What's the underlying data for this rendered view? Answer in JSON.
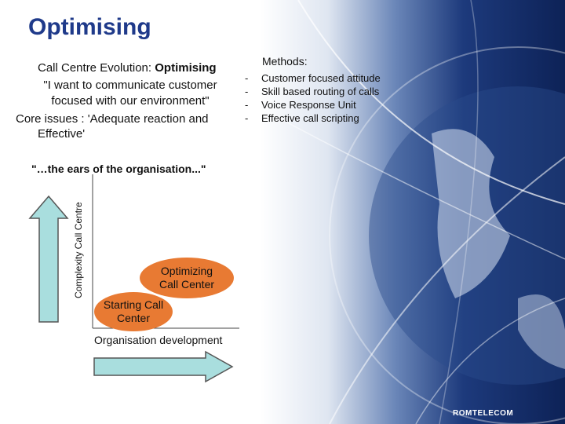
{
  "slide": {
    "title": "Optimising",
    "para1_part1": "Call Centre Evolution: ",
    "para1_part2": "Optimising",
    "para2_line1": "\"I want to communicate customer",
    "para2_line2": "focused with our environment\"",
    "para3_line1": "Core issues : 'Adequate  reaction and",
    "para3_line2": "Effective'",
    "quote": "\"…the ears of the  organisation...\"",
    "methods": {
      "heading": "Methods:",
      "items": [
        "Customer focused attitude",
        "Skill based routing of calls",
        "Voice Response Unit",
        "Effective call scripting"
      ]
    },
    "diagram": {
      "y_label": "Complexity Call Centre",
      "x_label": "Organisation development",
      "optimizing": "Optimizing Call Center",
      "starting": "Starting Call Center"
    },
    "logo": "ROMTELECOM"
  },
  "colors": {
    "title": "#1f3a8a",
    "ellipse": "#e87a33",
    "arrow_fill": "#a9dede",
    "background_dark": "#0d2257"
  },
  "icons": {
    "globe": "globe-graphic",
    "logo": "romtelecom-logo"
  }
}
